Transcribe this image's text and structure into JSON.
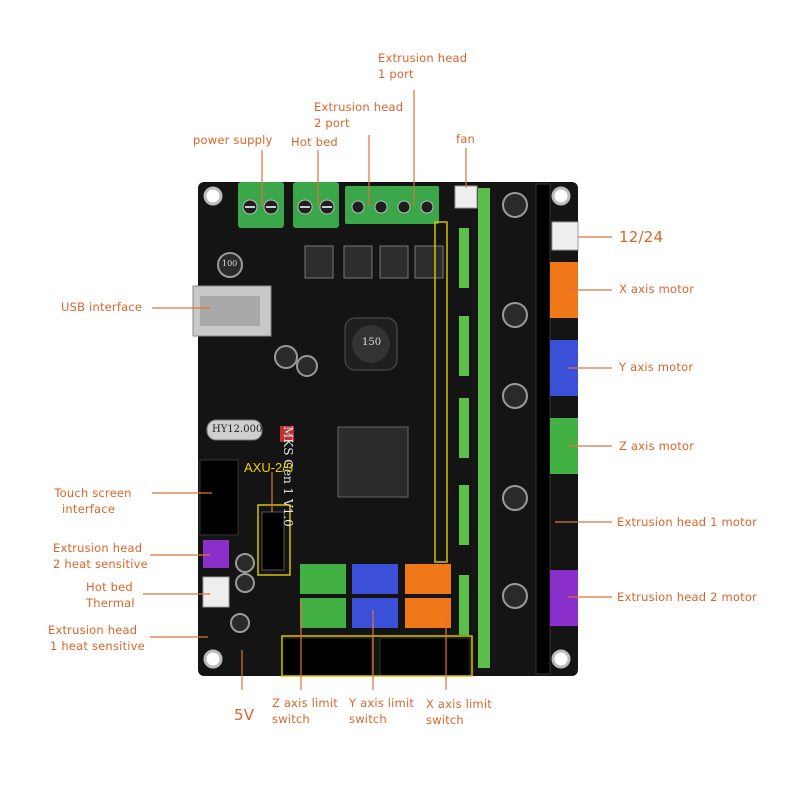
{
  "board": {
    "silk_model": "MKS Gen 1 V1.0",
    "axu_label": "AXU-2/3",
    "chip_mark": "150",
    "osc_mark": "HY12.000",
    "cap_mark": "100"
  },
  "labels": {
    "extrusion_head_1_port": [
      "Extrusion head",
      "1 port"
    ],
    "extrusion_head_2_port": [
      "Extrusion head",
      "2 port"
    ],
    "power_supply": "power supply",
    "hot_bed": "Hot bed",
    "fan": "fan",
    "v12_24": "12/24",
    "x_axis_motor": "X axis motor",
    "y_axis_motor": "Y axis motor",
    "z_axis_motor": "Z axis motor",
    "extrusion_head_1_motor": "Extrusion head 1 motor",
    "extrusion_head_2_motor": "Extrusion head 2 motor",
    "usb_interface": "USB interface",
    "touch_screen_interface": [
      "Touch screen",
      "interface"
    ],
    "extrusion_head_2_heat": [
      "Extrusion head",
      "2 heat sensitive"
    ],
    "hot_bed_thermal": [
      "Hot bed",
      "Thermal"
    ],
    "extrusion_head_1_heat": [
      "Extrusion head",
      "1 heat sensitive"
    ],
    "v5": "5V",
    "z_limit": [
      "Z axis limit",
      "switch"
    ],
    "y_limit": [
      "Y axis limit",
      "switch"
    ],
    "x_limit": [
      "X axis limit",
      "switch"
    ]
  },
  "colors": {
    "board": "#141414",
    "label": "#d9652a",
    "terminal_green": "#3aa84a",
    "header_green": "#5cbf4a",
    "orange_conn": "#f07818",
    "blue_conn": "#3b4fd8",
    "green_conn": "#43b043",
    "purple_conn": "#8a2fc9",
    "silk_yellow": "#f2d000"
  }
}
